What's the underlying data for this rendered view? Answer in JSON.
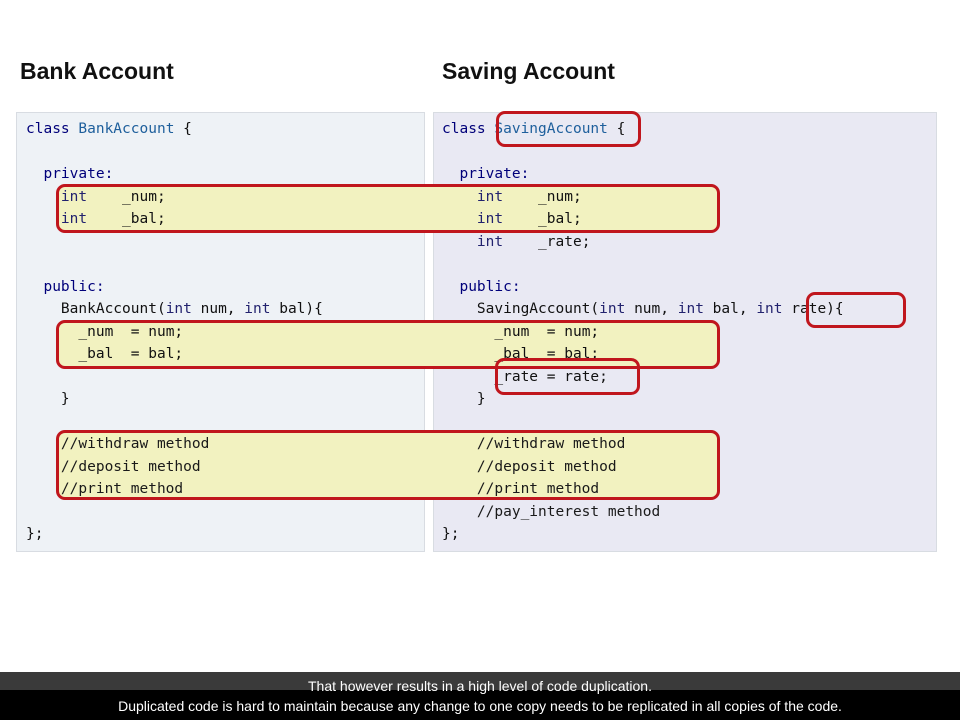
{
  "titles": {
    "left": "Bank Account",
    "right": "Saving Account"
  },
  "left_code": {
    "kw_class": "class",
    "class_name": "BankAccount",
    "brace_open": "{",
    "private": "private:",
    "type_int": "int",
    "field_num": "_num;",
    "field_bal": "_bal;",
    "public": "public:",
    "ctor_sig_a": "BankAccount(",
    "ctor_sig_b": " num, ",
    "ctor_sig_c": " bal)",
    "assign_num": "_num  = num;",
    "assign_bal": "_bal  = bal;",
    "close_brace": "}",
    "cm_withdraw": "//withdraw method",
    "cm_deposit": "//deposit method",
    "cm_print": "//print method",
    "end": "};"
  },
  "right_code": {
    "kw_class": "class",
    "class_name": "SavingAccount",
    "brace_open": "{",
    "private": "private:",
    "type_int": "int",
    "field_num": "_num;",
    "field_bal": "_bal;",
    "field_rate": "_rate;",
    "public": "public:",
    "ctor_sig_a": "SavingAccount(",
    "ctor_sig_b": " num, ",
    "ctor_sig_c": " bal, ",
    "ctor_sig_d": " rate)",
    "assign_num": "_num  = num;",
    "assign_bal": "_bal  = bal;",
    "assign_rate": "_rate = rate;",
    "close_brace": "}",
    "cm_withdraw": "//withdraw method",
    "cm_deposit": "//deposit method",
    "cm_print": "//print method",
    "cm_pay_interest": "//pay_interest method",
    "end": "};"
  },
  "caption": {
    "line1": "That however results in a high level of code duplication.",
    "line2": "Duplicated code is hard to maintain because any change to one copy needs to be replicated in all copies of the code."
  },
  "colors": {
    "highlight_border": "#c0161d",
    "highlight_fill": "#f2f2c0",
    "left_panel_bg": "#eef2f6",
    "right_panel_bg": "#e9e9f3"
  }
}
